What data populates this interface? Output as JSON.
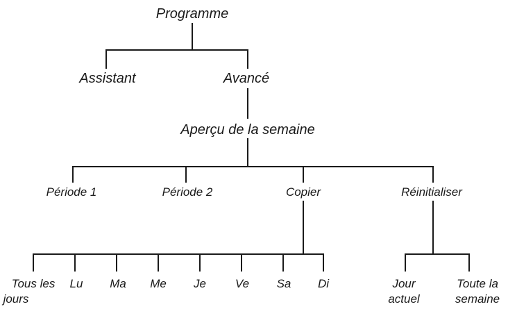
{
  "diagram": {
    "root": "Programme",
    "mode_assistant": "Assistant",
    "mode_avance": "Avancé",
    "week_overview": "Aperçu de la semaine",
    "period_1": "Période 1",
    "period_2": "Période 2",
    "copy": "Copier",
    "reset": "Réinitialiser",
    "copy_targets": {
      "all_days_line1": "Tous les",
      "all_days_line2": "jours",
      "mon": "Lu",
      "tue": "Ma",
      "wed": "Me",
      "thu": "Je",
      "fri": "Ve",
      "sat": "Sa",
      "sun": "Di"
    },
    "reset_targets": {
      "current_day_line1": "Jour",
      "current_day_line2": "actuel",
      "whole_week_line1": "Toute la",
      "whole_week_line2": "semaine"
    }
  }
}
